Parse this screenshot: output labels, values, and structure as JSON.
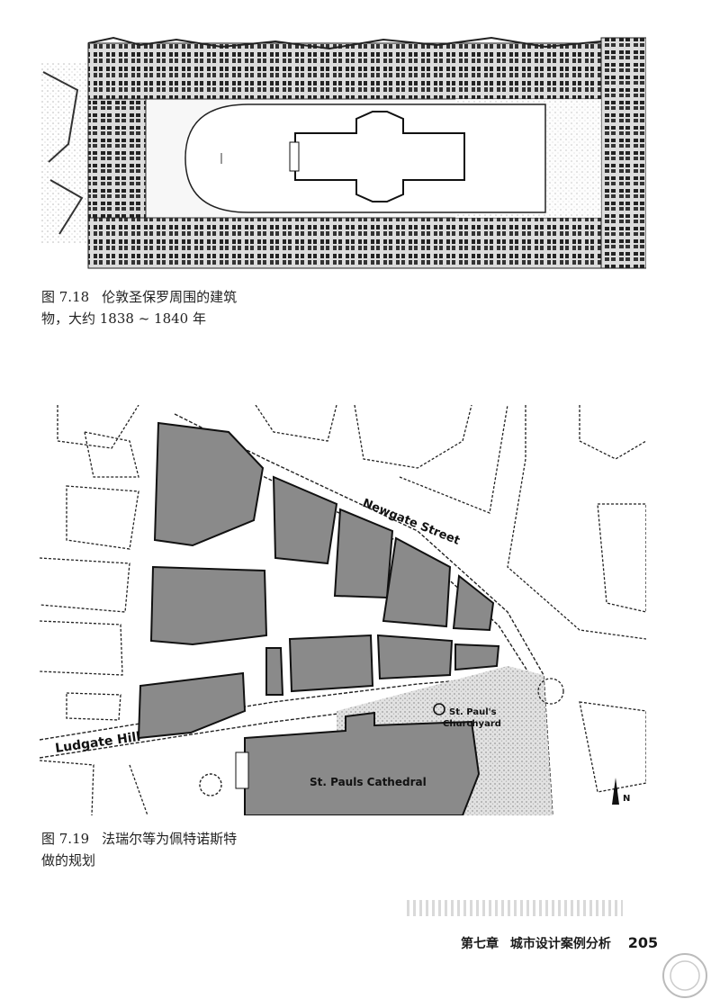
{
  "figure1": {
    "number": "图 7.18",
    "caption_line1": "伦敦圣保罗周围的建筑",
    "caption_line2": "物，大约 1838 ~ 1840 年"
  },
  "figure2": {
    "number": "图 7.19",
    "caption_line1": "法瑞尔等为佩特诺斯特",
    "caption_line2": "做的规划",
    "labels": {
      "newgate": "Newgate Street",
      "ludgate": "Ludgate Hill",
      "churchyard_1": "St. Paul's",
      "churchyard_2": "Churchyard",
      "cathedral": "St. Pauls Cathedral",
      "north": "N"
    }
  },
  "footer": {
    "chapter": "第七章",
    "title": "城市设计案例分析",
    "page_number": "205"
  },
  "colors": {
    "building_fill": "#8a8a8a",
    "ink": "#1a1a1a",
    "stipple": "#c8c8c8"
  }
}
